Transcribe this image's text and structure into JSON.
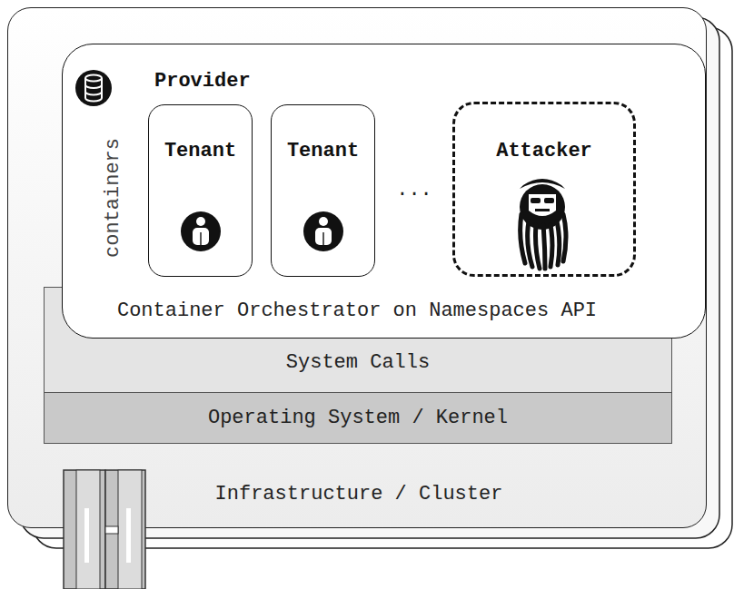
{
  "diagram": {
    "nodes": [
      {
        "text": [
          "Infrastructure / Cluster"
        ]
      },
      {
        "text": [
          "Provider",
          "Container Orchestrator on Namespaces API"
        ],
        "in": 0
      },
      {
        "text": [
          "Tenant"
        ],
        "in": 1
      },
      {
        "text": [
          "Tenant"
        ],
        "in": 1
      },
      {
        "text": [
          "Attacker"
        ],
        "in": 1
      },
      {
        "text": [
          "System Calls"
        ],
        "in": 0
      },
      {
        "text": [
          "Operating System / Kernel"
        ],
        "in": 0
      }
    ],
    "labels": [
      "containers",
      "..."
    ]
  }
}
